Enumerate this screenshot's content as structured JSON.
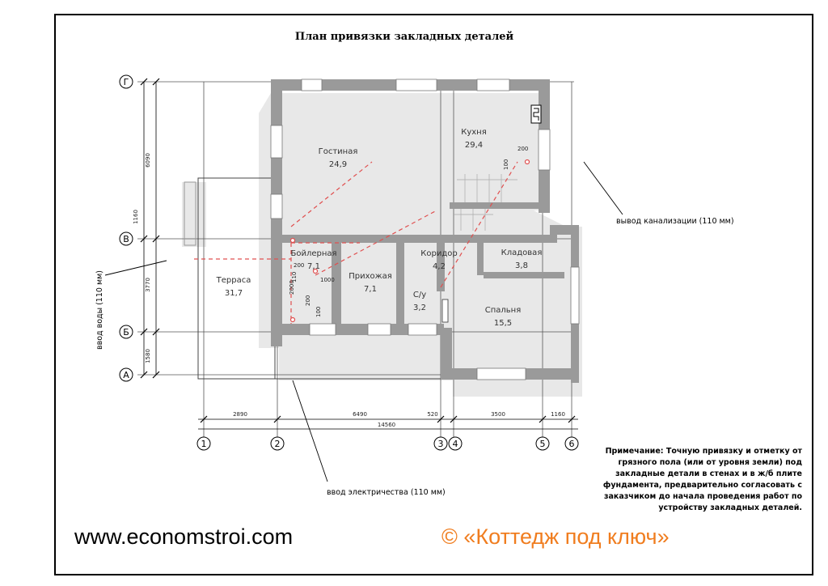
{
  "title": "План привязки закладных деталей",
  "rooms": [
    {
      "id": "living",
      "name": "Гостиная",
      "area": "24,9"
    },
    {
      "id": "kitchen",
      "name": "Кухня",
      "area": "29,4"
    },
    {
      "id": "boiler",
      "name": "Бойлерная",
      "area": "7,1"
    },
    {
      "id": "hall",
      "name": "Прихожая",
      "area": "7,1"
    },
    {
      "id": "corridor",
      "name": "Коридор",
      "area": "4,2"
    },
    {
      "id": "pantry",
      "name": "Кладовая",
      "area": "3,8"
    },
    {
      "id": "bath",
      "name": "С/у",
      "area": "3,2"
    },
    {
      "id": "bedroom",
      "name": "Спальня",
      "area": "15,5"
    },
    {
      "id": "terrace",
      "name": "Терраса",
      "area": "31,7"
    }
  ],
  "row_axes": [
    "Г",
    "В",
    "Б",
    "А"
  ],
  "col_axes": [
    "1",
    "2",
    "3",
    "4",
    "5",
    "6"
  ],
  "dims_bottom": [
    "2890",
    "6490",
    "520",
    "3500",
    "1160"
  ],
  "dim_total": "14560",
  "dims_left": [
    "6090",
    "1160",
    "3770",
    "1580"
  ],
  "small_dims": [
    "200",
    "100",
    "200",
    "110",
    "2000",
    "1000",
    "200",
    "100"
  ],
  "callouts": {
    "sewer": "вывод канализации (110 мм)",
    "water": "ввод воды (110 мм)",
    "electric": "ввод электричества (110 мм)"
  },
  "note_lines": [
    "Примечание: Точную привязку и отметку от",
    "грязного пола (или от уровня земли) под",
    "закладные детали в стенах и в ж/б плите",
    "фундамента, предварительно согласовать с",
    "заказчиком до начала проведения работ по",
    "устройству закладных деталей."
  ],
  "footer": {
    "site": "www.economstroi.com",
    "brand": "© «Коттедж под ключ»"
  },
  "colors": {
    "wall": "#9a9a9a",
    "shadow": "#e6e6e6",
    "red_dash": "#e05050",
    "brand": "#f07d1f"
  }
}
